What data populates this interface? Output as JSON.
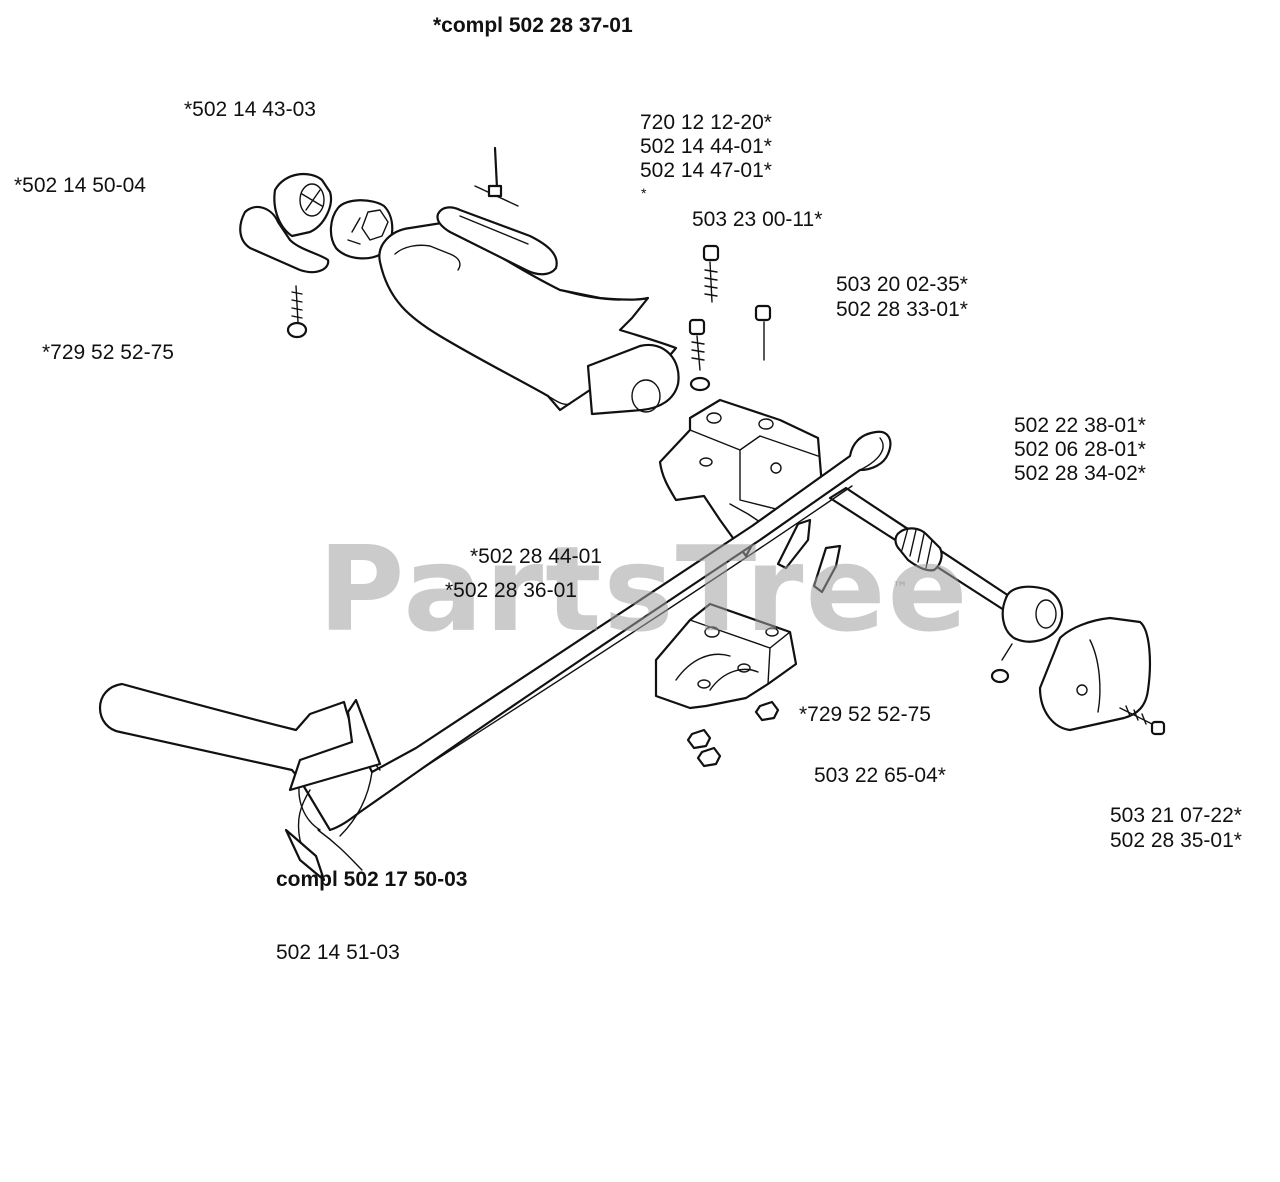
{
  "watermark": {
    "text": "PartsTree",
    "mark": "™"
  },
  "labels": {
    "compl_top": "*compl 502 28 37-01",
    "p_502_14_43_03": "*502 14 43-03",
    "p_502_14_50_04": "*502 14 50-04",
    "p_720_12_12_20": "720 12 12-20*",
    "p_502_14_44_01": "502 14 44-01*",
    "p_502_14_47_01": "502 14 47-01*",
    "asterisk_small": "*",
    "p_503_23_00_11": "503 23 00-11*",
    "p_503_20_02_35": "503 20 02-35*",
    "p_502_28_33_01": "502 28 33-01*",
    "p_729_52_52_75_left": "*729 52 52-75",
    "p_502_22_38_01": "502 22 38-01*",
    "p_502_06_28_01": "502 06 28-01*",
    "p_502_28_34_02": "502 28 34-02*",
    "p_502_28_44_01": "*502 28 44-01",
    "p_502_28_36_01": "*502 28 36-01",
    "p_729_52_52_75_right": "*729 52 52-75",
    "p_503_22_65_04": "503 22 65-04*",
    "p_503_21_07_22": "503 21 07-22*",
    "p_502_28_35_01": "502 28 35-01*",
    "compl_bottom": "compl 502 17 50-03",
    "p_502_14_51_03": "502 14 51-03"
  }
}
